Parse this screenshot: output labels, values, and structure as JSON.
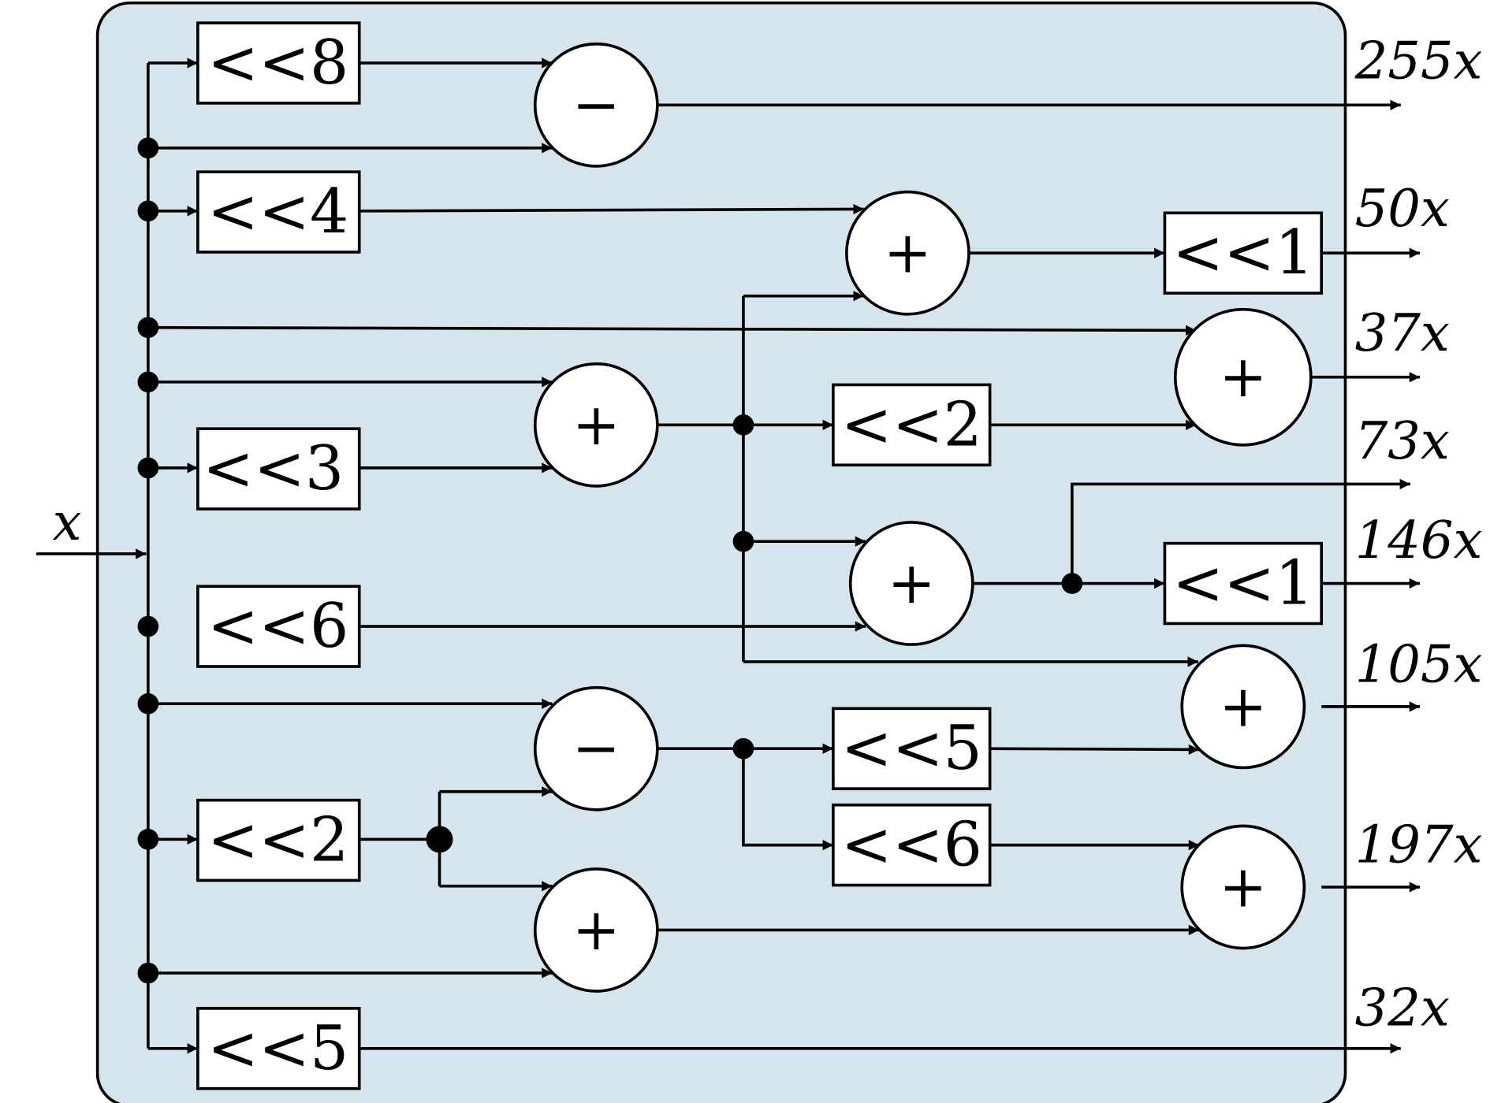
{
  "input": {
    "label": "x"
  },
  "shift_blocks": [
    {
      "id": "s8",
      "label": "<<8"
    },
    {
      "id": "s4",
      "label": "<<4"
    },
    {
      "id": "s3",
      "label": "<<3"
    },
    {
      "id": "s6a",
      "label": "<<6"
    },
    {
      "id": "s2a",
      "label": "<<2"
    },
    {
      "id": "s5a",
      "label": "<<5"
    },
    {
      "id": "s1a",
      "label": "<<1"
    },
    {
      "id": "s2b",
      "label": "<<2"
    },
    {
      "id": "s1b",
      "label": "<<1"
    },
    {
      "id": "s5b",
      "label": "<<5"
    },
    {
      "id": "s6b",
      "label": "<<6"
    }
  ],
  "operators": [
    {
      "id": "sub1",
      "label": "−"
    },
    {
      "id": "add1",
      "label": "+"
    },
    {
      "id": "add2",
      "label": "+"
    },
    {
      "id": "add3",
      "label": "+"
    },
    {
      "id": "sub2",
      "label": "−"
    },
    {
      "id": "add4",
      "label": "+"
    },
    {
      "id": "add5",
      "label": "+"
    },
    {
      "id": "add6",
      "label": "+"
    },
    {
      "id": "add7",
      "label": "+"
    }
  ],
  "outputs": [
    {
      "id": "o255",
      "label": "255x"
    },
    {
      "id": "o50",
      "label": "50x"
    },
    {
      "id": "o37",
      "label": "37x"
    },
    {
      "id": "o73",
      "label": "73x"
    },
    {
      "id": "o146",
      "label": "146x"
    },
    {
      "id": "o105",
      "label": "105x"
    },
    {
      "id": "o197",
      "label": "197x"
    },
    {
      "id": "o32",
      "label": "32x"
    }
  ],
  "colors": {
    "panel_fill": "#d6e4ee",
    "stroke": "#000000",
    "node_fill": "#ffffff"
  }
}
